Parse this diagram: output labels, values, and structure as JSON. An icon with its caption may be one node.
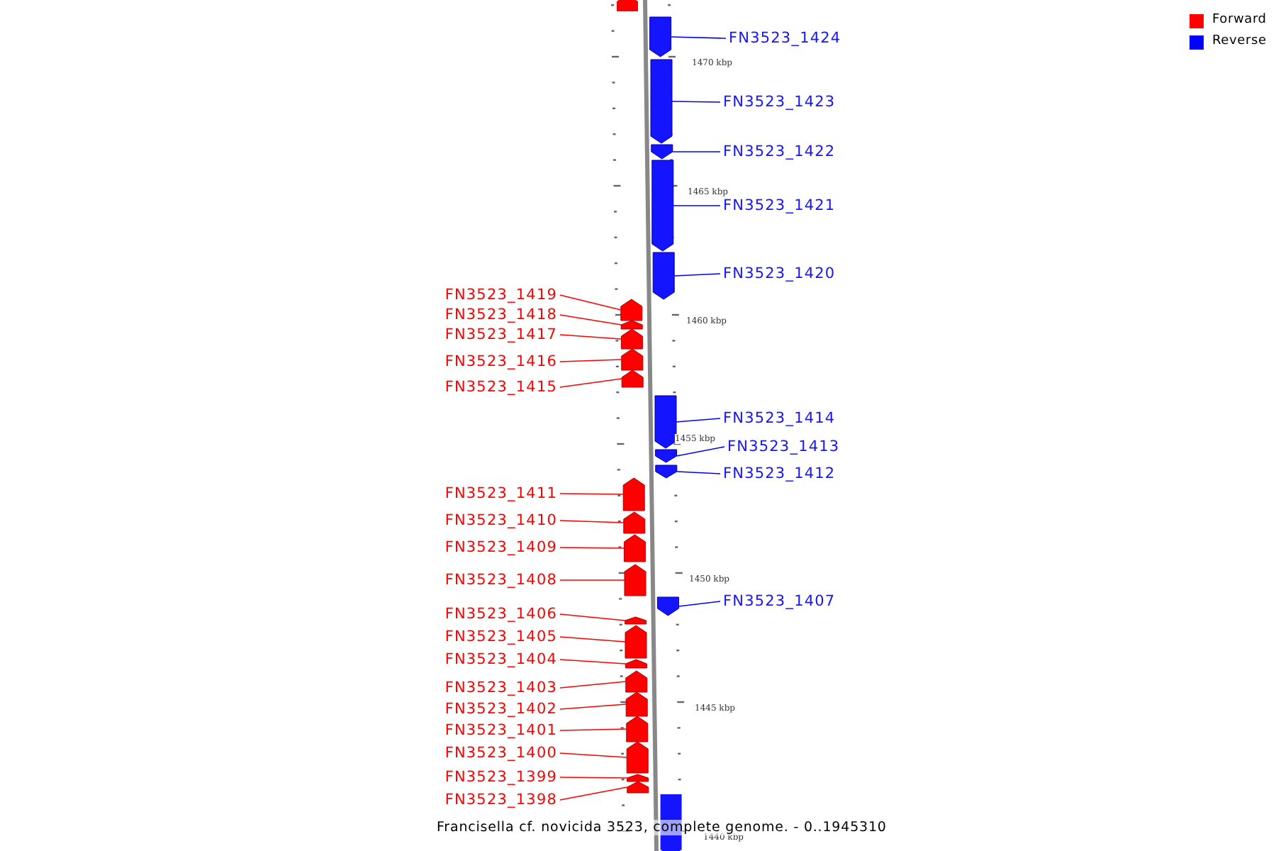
{
  "diagram": {
    "caption": "Francisella cf. novicida 3523, complete genome. - 0..1945310",
    "nodes": [
      {
        "text": [
          "FN3523_1424"
        ]
      },
      {
        "text": [],
        "shape": "arrow"
      },
      {
        "text": [
          "FN3523_1423"
        ]
      },
      {
        "text": [],
        "shape": "arrow"
      },
      {
        "text": [
          "FN3523_1422"
        ]
      },
      {
        "text": [],
        "shape": "arrow"
      },
      {
        "text": [
          "FN3523_1421"
        ]
      },
      {
        "text": [],
        "shape": "arrow"
      },
      {
        "text": [
          "FN3523_1420"
        ]
      },
      {
        "text": [],
        "shape": "arrow"
      },
      {
        "text": [
          "FN3523_1419"
        ]
      },
      {
        "text": [],
        "shape": "arrow"
      },
      {
        "text": [
          "FN3523_1418"
        ]
      },
      {
        "text": [],
        "shape": "arrow"
      },
      {
        "text": [
          "FN3523_1417"
        ]
      },
      {
        "text": [],
        "shape": "arrow"
      },
      {
        "text": [
          "FN3523_1416"
        ]
      },
      {
        "text": [],
        "shape": "arrow"
      },
      {
        "text": [
          "FN3523_1415"
        ]
      },
      {
        "text": [],
        "shape": "arrow"
      },
      {
        "text": [
          "FN3523_1414"
        ]
      },
      {
        "text": [],
        "shape": "arrow"
      },
      {
        "text": [
          "FN3523_1413"
        ]
      },
      {
        "text": [],
        "shape": "arrow"
      },
      {
        "text": [
          "FN3523_1412"
        ]
      },
      {
        "text": [],
        "shape": "arrow"
      },
      {
        "text": [
          "FN3523_1411"
        ]
      },
      {
        "text": [],
        "shape": "arrow"
      },
      {
        "text": [
          "FN3523_1410"
        ]
      },
      {
        "text": [],
        "shape": "arrow"
      },
      {
        "text": [
          "FN3523_1409"
        ]
      },
      {
        "text": [],
        "shape": "arrow"
      },
      {
        "text": [
          "FN3523_1408"
        ]
      },
      {
        "text": [],
        "shape": "arrow"
      },
      {
        "text": [
          "FN3523_1407"
        ]
      },
      {
        "text": [],
        "shape": "arrow"
      },
      {
        "text": [
          "FN3523_1406"
        ]
      },
      {
        "text": [],
        "shape": "arrow"
      },
      {
        "text": [
          "FN3523_1405"
        ]
      },
      {
        "text": [],
        "shape": "arrow"
      },
      {
        "text": [
          "FN3523_1404"
        ]
      },
      {
        "text": [],
        "shape": "arrow"
      },
      {
        "text": [
          "FN3523_1403"
        ]
      },
      {
        "text": [],
        "shape": "arrow"
      },
      {
        "text": [
          "FN3523_1402"
        ]
      },
      {
        "text": [],
        "shape": "arrow"
      },
      {
        "text": [
          "FN3523_1401"
        ]
      },
      {
        "text": [],
        "shape": "arrow"
      },
      {
        "text": [
          "FN3523_1400"
        ]
      },
      {
        "text": [],
        "shape": "arrow"
      },
      {
        "text": [
          "FN3523_1399"
        ]
      },
      {
        "text": [],
        "shape": "arrow"
      },
      {
        "text": [
          "FN3523_1398"
        ]
      },
      {
        "text": [],
        "shape": "arrow"
      }
    ],
    "edges": [
      {
        "from": 0,
        "to": 1,
        "arrow": "none",
        "color": "#0000ff"
      },
      {
        "from": 2,
        "to": 3,
        "arrow": "none",
        "color": "#0000ff"
      },
      {
        "from": 4,
        "to": 5,
        "arrow": "none",
        "color": "#0000ff"
      },
      {
        "from": 6,
        "to": 7,
        "arrow": "none",
        "color": "#0000ff"
      },
      {
        "from": 8,
        "to": 9,
        "arrow": "none",
        "color": "#0000ff"
      },
      {
        "from": 10,
        "to": 11,
        "arrow": "none"
      },
      {
        "from": 12,
        "to": 13,
        "arrow": "none"
      },
      {
        "from": 14,
        "to": 15,
        "arrow": "none"
      },
      {
        "from": 16,
        "to": 17,
        "arrow": "none"
      },
      {
        "from": 18,
        "to": 19,
        "arrow": "none"
      },
      {
        "from": 20,
        "to": 21,
        "arrow": "none",
        "color": "#0000ff"
      },
      {
        "from": 22,
        "to": 23,
        "arrow": "none",
        "color": "#0000ff"
      },
      {
        "from": 24,
        "to": 25,
        "arrow": "none",
        "color": "#0000ff"
      },
      {
        "from": 26,
        "to": 27,
        "arrow": "none"
      },
      {
        "from": 28,
        "to": 29,
        "arrow": "none"
      },
      {
        "from": 30,
        "to": 31,
        "arrow": "none"
      },
      {
        "from": 32,
        "to": 33,
        "arrow": "none"
      },
      {
        "from": 34,
        "to": 35,
        "arrow": "none",
        "color": "#0000ff"
      },
      {
        "from": 36,
        "to": 37,
        "arrow": "none"
      },
      {
        "from": 38,
        "to": 39,
        "arrow": "none"
      },
      {
        "from": 40,
        "to": 41,
        "arrow": "none"
      },
      {
        "from": 42,
        "to": 43,
        "arrow": "none"
      },
      {
        "from": 44,
        "to": 45,
        "arrow": "none"
      },
      {
        "from": 46,
        "to": 47,
        "arrow": "none"
      },
      {
        "from": 48,
        "to": 49,
        "arrow": "none"
      },
      {
        "from": 50,
        "to": 51,
        "arrow": "none"
      },
      {
        "from": 52,
        "to": 53,
        "arrow": "none"
      }
    ],
    "labels": [
      "1470 kbp",
      "1465 kbp",
      "1460 kbp",
      "1455 kbp",
      "1450 kbp",
      "1445 kbp",
      "1440 kbp"
    ],
    "legend": [
      {
        "text": "Forward",
        "color": "#ff0000"
      },
      {
        "text": "Reverse",
        "color": "#0000ff"
      }
    ]
  }
}
